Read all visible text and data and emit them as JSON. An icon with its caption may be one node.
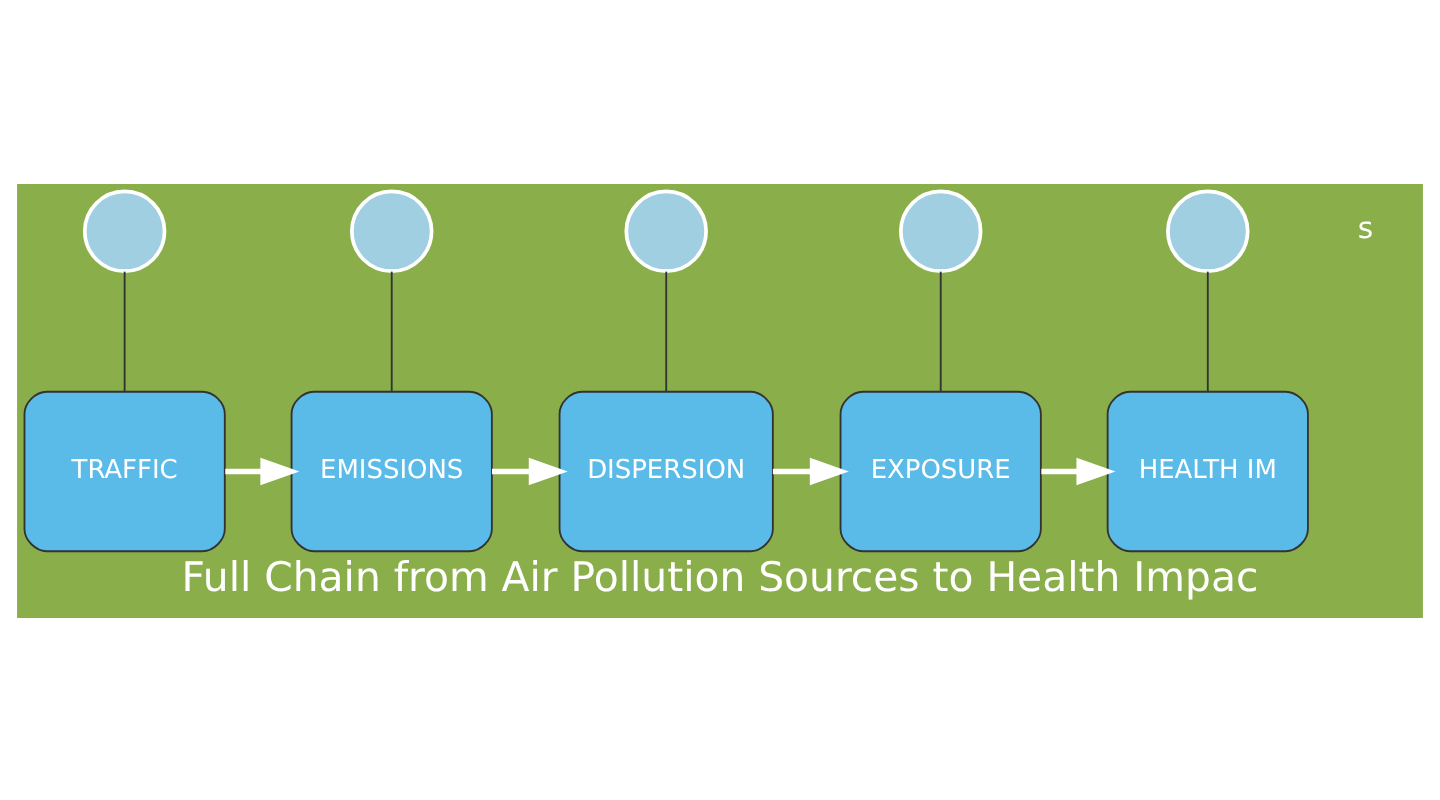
{
  "diagram": {
    "title": "Full Chain from Air Pollution Sources to Health Impac",
    "nodes": [
      {
        "text": [
          "TRAFFIC"
        ]
      },
      {
        "text": [
          "EMISSIONS"
        ]
      },
      {
        "text": [
          "DISPERSION"
        ]
      },
      {
        "text": [
          "EXPOSURE"
        ]
      },
      {
        "text": [
          "HEALTH IM"
        ]
      },
      {
        "text": [],
        "shape": "circle"
      },
      {
        "text": [],
        "shape": "circle"
      },
      {
        "text": [],
        "shape": "circle"
      },
      {
        "text": [],
        "shape": "circle"
      },
      {
        "text": [],
        "shape": "circle"
      }
    ],
    "edges": [
      {
        "from": 0,
        "to": 1,
        "arrow": "to",
        "style": "thick",
        "color": "#ffffff"
      },
      {
        "from": 1,
        "to": 2,
        "arrow": "to",
        "style": "thick",
        "color": "#ffffff"
      },
      {
        "from": 2,
        "to": 3,
        "arrow": "to",
        "style": "thick",
        "color": "#ffffff"
      },
      {
        "from": 3,
        "to": 4,
        "arrow": "to",
        "style": "thick",
        "color": "#ffffff"
      },
      {
        "from": 5,
        "to": 0,
        "arrow": "none"
      },
      {
        "from": 6,
        "to": 1,
        "arrow": "none"
      },
      {
        "from": 7,
        "to": 2,
        "arrow": "none"
      },
      {
        "from": 8,
        "to": 3,
        "arrow": "none"
      },
      {
        "from": 9,
        "to": 4,
        "arrow": "none"
      }
    ],
    "labels": [
      "s"
    ]
  }
}
